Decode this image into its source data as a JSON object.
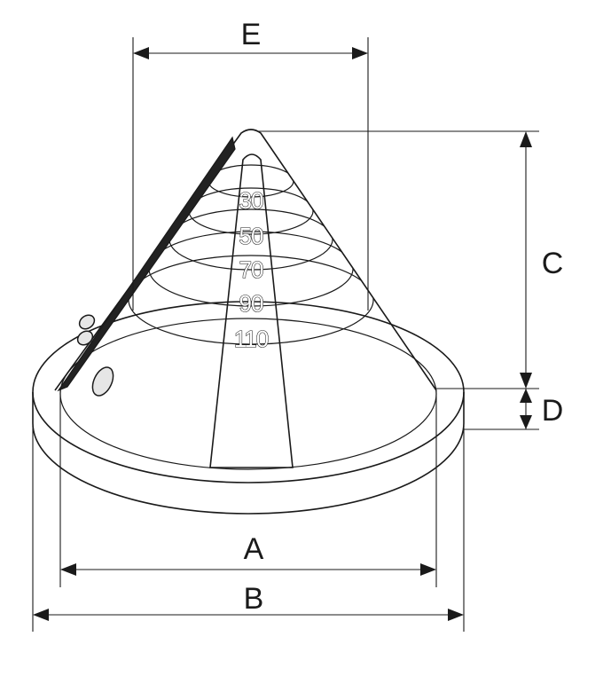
{
  "dimensions": {
    "a": "A",
    "b": "B",
    "c": "C",
    "d": "D",
    "e": "E"
  },
  "scale_marks": [
    "30",
    "50",
    "70",
    "90",
    "110"
  ],
  "colors": {
    "line": "#1a1a1a",
    "fill": "#ffffff",
    "blade": "#222222"
  }
}
